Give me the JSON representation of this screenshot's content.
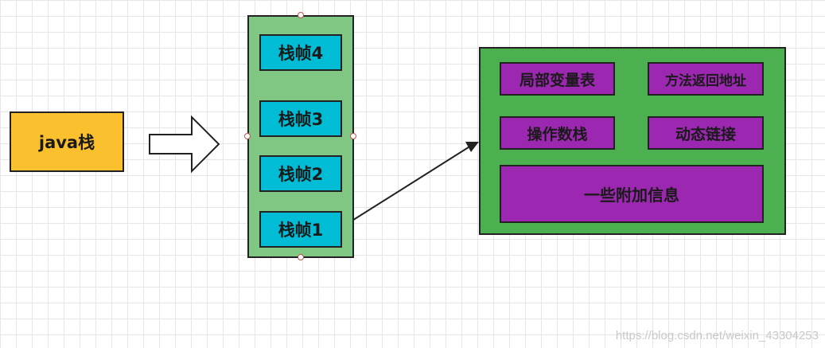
{
  "java_stack": {
    "label": "java栈"
  },
  "frames": [
    "栈帧4",
    "栈帧3",
    "栈帧2",
    "栈帧1"
  ],
  "frame_detail": {
    "local_variables": "局部变量表",
    "return_address": "方法返回地址",
    "operand_stack": "操作数栈",
    "dynamic_linking": "动态链接",
    "additional_info": "一些附加信息"
  },
  "watermark": "https://blog.csdn.net/weixin_43304253",
  "colors": {
    "java_stack": "#fbc02d",
    "stack_column": "#81c784",
    "frame": "#00bcd4",
    "detail_panel": "#4caf50",
    "detail_cell": "#9c27b0"
  }
}
